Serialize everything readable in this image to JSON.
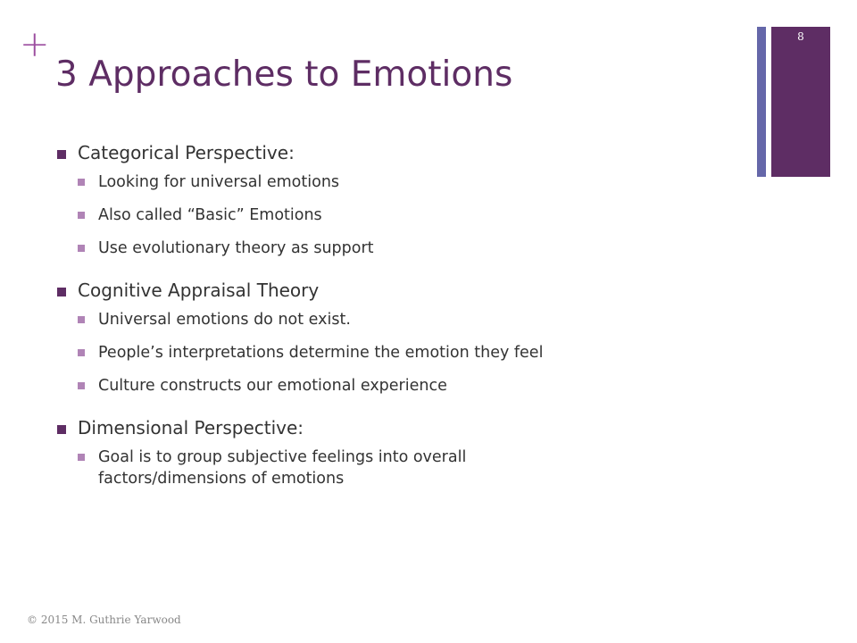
{
  "slide": {
    "plus_sign": "+",
    "title": "3 Approaches to Emotions",
    "slide_number": "8",
    "footer": "© 2015 M. Guthrie Yarwood",
    "colors": {
      "accent_purple": "#5e2d64",
      "accent_blue": "#6567a9",
      "sub_bullet": "#b084b6",
      "plus": "#9c4d9f"
    }
  },
  "sections": [
    {
      "heading": "Categorical Perspective:",
      "points": [
        "Looking for universal emotions",
        "Also called “Basic” Emotions",
        "Use evolutionary theory as support"
      ]
    },
    {
      "heading": "Cognitive Appraisal Theory",
      "points": [
        "Universal emotions do not exist.",
        "People’s interpretations determine the emotion they feel",
        "Culture constructs our emotional experience"
      ]
    },
    {
      "heading": "Dimensional Perspective:",
      "points": [
        "Goal is to group subjective feelings into overall",
        "factors/dimensions of emotions"
      ]
    }
  ]
}
